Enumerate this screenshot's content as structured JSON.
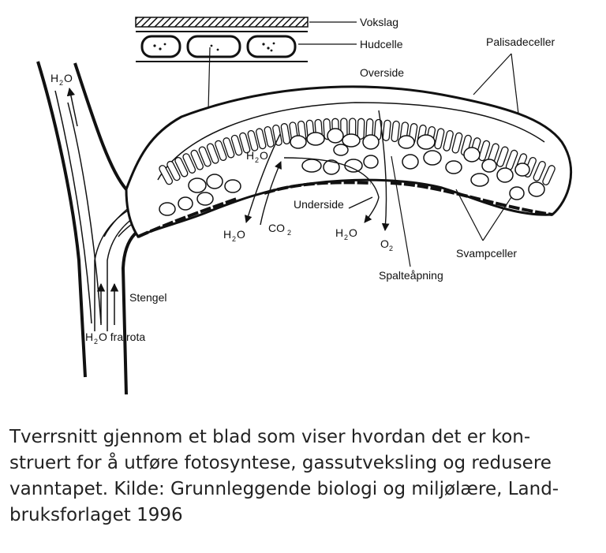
{
  "labels": {
    "vokslag": "Vokslag",
    "hudcelle": "Hudcelle",
    "palisadeceller": "Palisadeceller",
    "overside": "Overside",
    "h2o_top_main": "H",
    "h2o_top_sub": "2",
    "h2o_top_end": "O",
    "h2o_inner_main": "H",
    "h2o_inner_sub": "2",
    "h2o_inner_end": "O",
    "underside": "Underside",
    "h2o_out1_main": "H",
    "h2o_out1_sub": "2",
    "h2o_out1_end": "O",
    "co2_main": "CO",
    "co2_sub": "2",
    "h2o_out2_main": "H",
    "h2o_out2_sub": "2",
    "h2o_out2_end": "O",
    "o2_main": "O",
    "o2_sub": "2",
    "svampceller": "Svampceller",
    "spalteapning": "Spalteåpning",
    "stengel": "Stengel",
    "h2o_root_main": "H",
    "h2o_root_sub": "2",
    "h2o_root_end": "O fra rota"
  },
  "caption": {
    "line1": "Tverrsnitt gjennom et blad som viser hvordan det er kon-",
    "line2": "struert for å utføre fotosyntese, gassutveksling og redusere",
    "line3": "vanntapet. Kilde: Grunnleggende biologi og miljølære, Land-",
    "line4": "bruksforlaget 1996"
  },
  "colors": {
    "ink": "#111111",
    "paper": "#ffffff"
  }
}
